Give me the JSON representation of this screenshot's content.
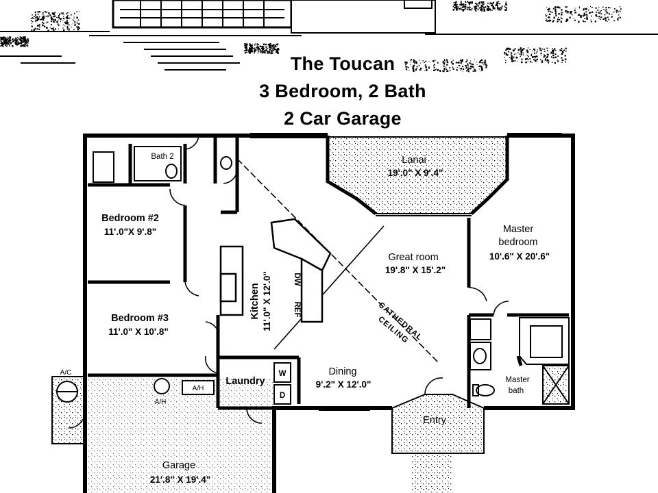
{
  "title": {
    "name": "The Toucan",
    "beds_baths": "3 Bedroom, 2 Bath",
    "garage": "2 Car Garage"
  },
  "rooms": {
    "lanai": {
      "name": "Lanai",
      "dims": "19'.0\" X 9'.4\""
    },
    "bath2": {
      "name": "Bath 2"
    },
    "bedroom2": {
      "name": "Bedroom #2",
      "dims": "11'.0\"X 9'.8\""
    },
    "bedroom3": {
      "name": "Bedroom #3",
      "dims": "11'.0\" X 10'.8\""
    },
    "kitchen": {
      "name": "Kitchen",
      "dims": "11'.0\" X 12'.0\""
    },
    "great": {
      "name": "Great room",
      "dims": "19'.8\" X 15'.2\""
    },
    "master": {
      "name": "Master",
      "name2": "bedroom",
      "dims": "10'.6\" X 20'.6\""
    },
    "dining": {
      "name": "Dining",
      "dims": "9'.2\" X 12'.0\""
    },
    "laundry": {
      "name": "Laundry"
    },
    "masterbath": {
      "name": "Master",
      "name2": "bath"
    },
    "entry": {
      "name": "Entry"
    },
    "garage": {
      "name": "Garage",
      "dims": "21'.8\" X 19'.4\""
    }
  },
  "annotations": {
    "cathedral": "CATHEDRAL",
    "ceiling": "CEILING",
    "dw": "DW",
    "ref": "REF",
    "ac": "A/C",
    "ah": "A/H",
    "ah2": "A/H",
    "washer": "W",
    "dryer": "D"
  }
}
